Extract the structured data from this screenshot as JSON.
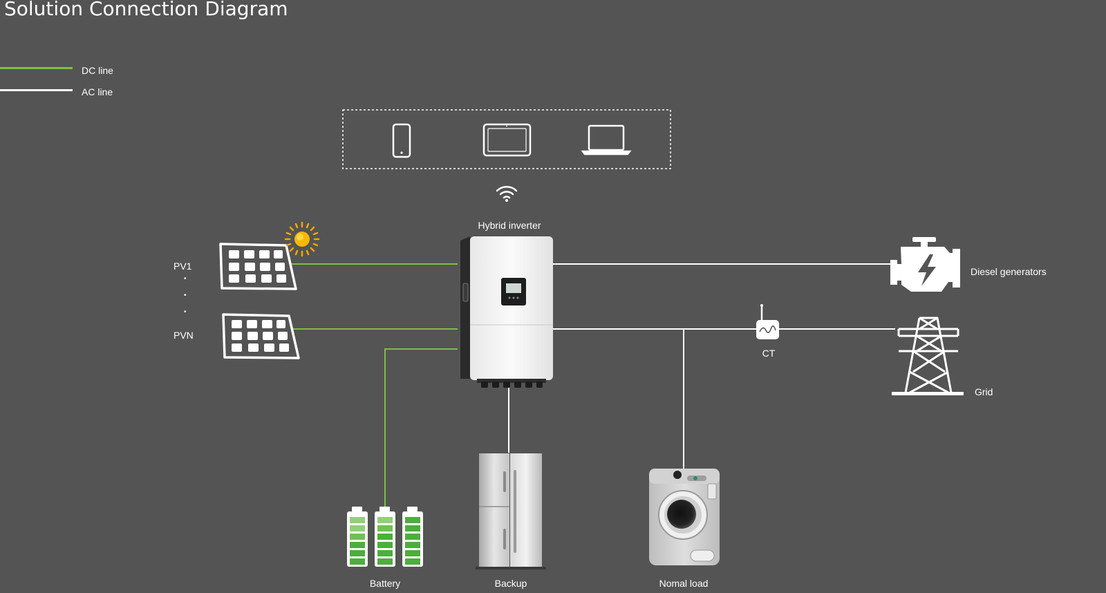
{
  "title": "Solution Connection Diagram",
  "legend": {
    "dc": {
      "label": "DC line",
      "color": "#7bc142"
    },
    "ac": {
      "label": "AC line",
      "color": "#ffffff"
    }
  },
  "devices": {
    "monitoring": [
      "phone-icon",
      "tablet-icon",
      "laptop-icon"
    ],
    "wireless": "wifi-icon"
  },
  "labels": {
    "inverter": "Hybrid inverter",
    "pv1": "PV1",
    "pvn": "PVN",
    "dots": [
      "•",
      "•",
      "•"
    ],
    "diesel": "Diesel generators",
    "ct": "CT",
    "grid": "Grid",
    "battery": "Battery",
    "backup": "Backup",
    "normal_load": "Nomal load"
  },
  "colors": {
    "background": "#545454",
    "battery_green": "#4cae3c",
    "battery_light": "#93cf79"
  }
}
